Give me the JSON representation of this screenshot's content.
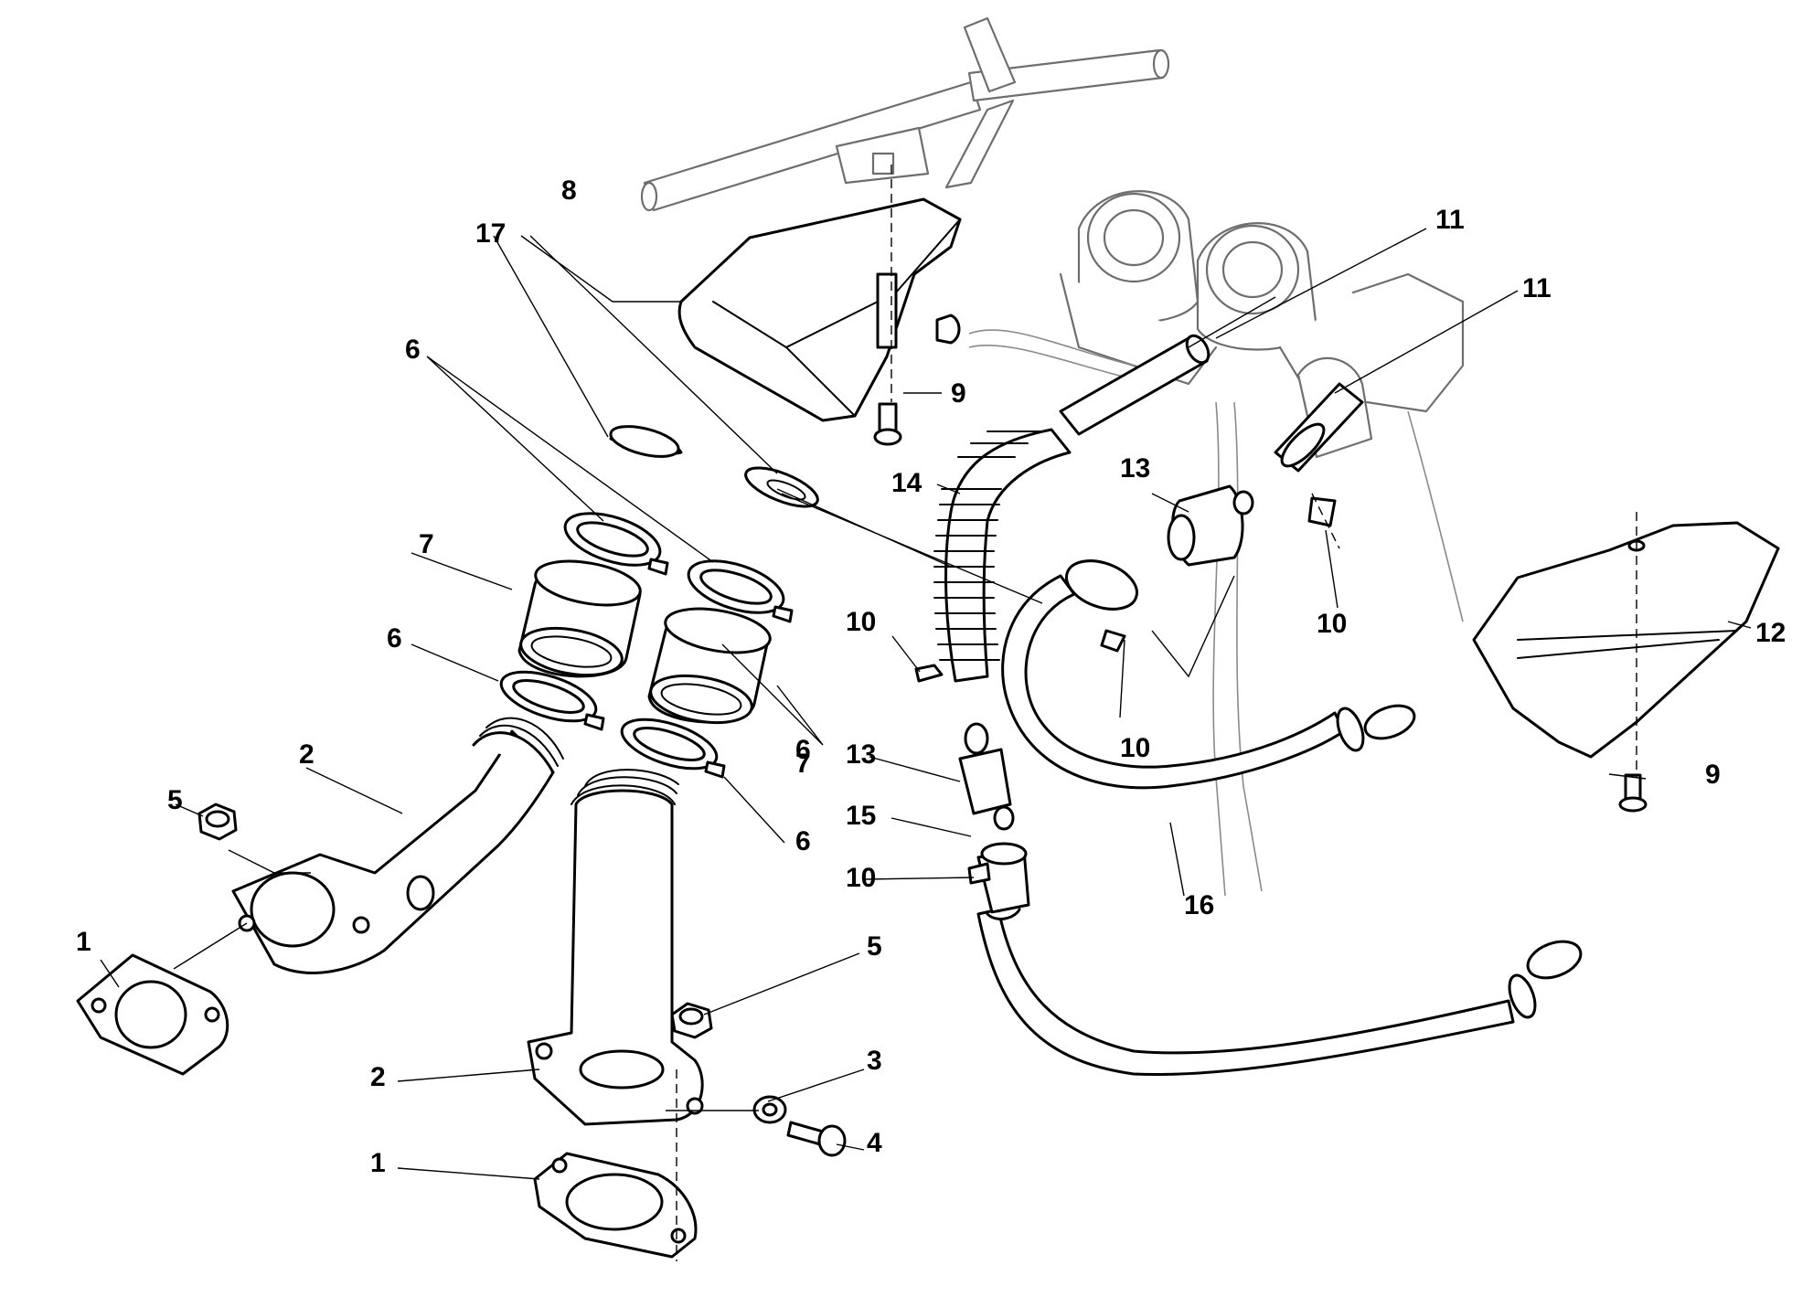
{
  "callouts": {
    "c1a": "1",
    "c1b": "1",
    "c2a": "2",
    "c2b": "2",
    "c3": "3",
    "c4": "4",
    "c5a": "5",
    "c5b": "5",
    "c6a": "6",
    "c6b": "6",
    "c6c": "6",
    "c6d": "6",
    "c7a": "7",
    "c7b": "7",
    "c8": "8",
    "c9a": "9",
    "c9b": "9",
    "c10a": "10",
    "c10b": "10",
    "c10c": "10",
    "c10d": "10",
    "c11a": "11",
    "c11b": "11",
    "c12": "12",
    "c13a": "13",
    "c13b": "13",
    "c14": "14",
    "c15": "15",
    "c16": "16",
    "c17": "17"
  },
  "parts": [
    "intake-gasket",
    "intake-manifold",
    "washer",
    "screw",
    "nut",
    "hose-clamp",
    "intake-sleeve",
    "left-heat-shield",
    "shield-screw",
    "hose-clip",
    "carburetor-vent-hose",
    "right-heat-shield",
    "inline-fuel-filter",
    "coil-spring-guard",
    "hose-connector",
    "drain-hose",
    "lock-ring"
  ]
}
